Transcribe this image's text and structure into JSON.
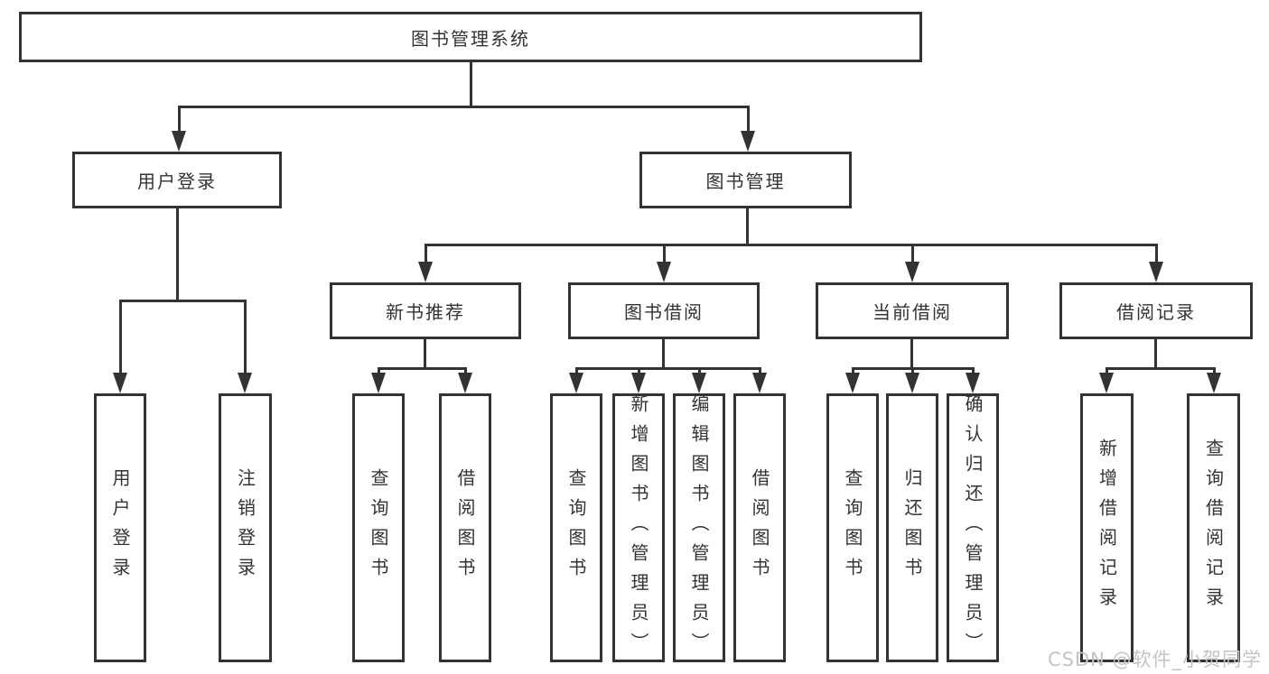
{
  "tree": {
    "root": {
      "label": "图书管理系统",
      "children": [
        {
          "label": "用户登录",
          "children": [
            {
              "label": "用户登录"
            },
            {
              "label": "注销登录"
            }
          ]
        },
        {
          "label": "图书管理",
          "children": [
            {
              "label": "新书推荐",
              "children": [
                {
                  "label": "查询图书"
                },
                {
                  "label": "借阅图书"
                }
              ]
            },
            {
              "label": "图书借阅",
              "children": [
                {
                  "label": "查询图书"
                },
                {
                  "label": "新增图书（管理员）"
                },
                {
                  "label": "编辑图书（管理员）"
                },
                {
                  "label": "借阅图书"
                }
              ]
            },
            {
              "label": "当前借阅",
              "children": [
                {
                  "label": "查询图书"
                },
                {
                  "label": "归还图书"
                },
                {
                  "label": "确认归还（管理员）"
                }
              ]
            },
            {
              "label": "借阅记录",
              "children": [
                {
                  "label": "新增借阅记录"
                },
                {
                  "label": "查询借阅记录"
                }
              ]
            }
          ]
        }
      ]
    }
  },
  "watermark": {
    "text": "CSDN @软件_小贺同学"
  },
  "colors": {
    "background": "#ffffff",
    "box_border": "#333333",
    "line": "#333333",
    "text": "#333333",
    "watermark": "#c4c4c4"
  }
}
